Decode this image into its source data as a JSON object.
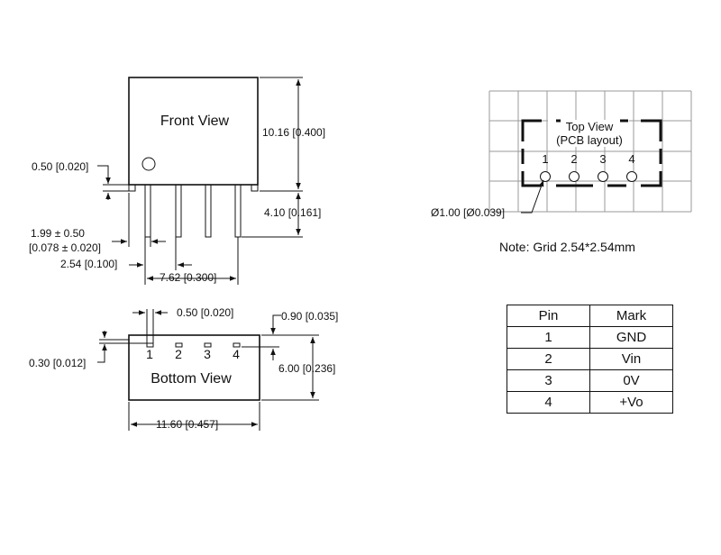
{
  "front_view": {
    "title": "Front View",
    "dim_height": "10.16 [0.400]",
    "dim_pin_length": "4.10 [0.161]",
    "dim_pin_thickness": "0.50 [0.020]",
    "dim_pin_offset_line1": "1.99 ± 0.50",
    "dim_pin_offset_line2": "[0.078 ± 0.020]",
    "dim_pitch": "2.54 [0.100]",
    "dim_span": "7.62 [0.300]"
  },
  "bottom_view": {
    "title": "Bottom View",
    "pin_numbers": [
      "1",
      "2",
      "3",
      "4"
    ],
    "dim_pin_width": "0.50 [0.020]",
    "dim_pin_length": "0.90 [0.035]",
    "dim_edge_offset": "0.30 [0.012]",
    "dim_depth": "6.00 [0.236]",
    "dim_width": "11.60 [0.457]"
  },
  "top_view": {
    "title_line1": "Top View",
    "title_line2": "(PCB layout)",
    "pin_numbers": [
      "1",
      "2",
      "3",
      "4"
    ],
    "hole_dia": "Ø1.00 [Ø0.039]",
    "note": "Note: Grid 2.54*2.54mm"
  },
  "pin_table": {
    "headers": [
      "Pin",
      "Mark"
    ],
    "rows": [
      {
        "pin": "1",
        "mark": "GND"
      },
      {
        "pin": "2",
        "mark": "Vin"
      },
      {
        "pin": "3",
        "mark": "0V"
      },
      {
        "pin": "4",
        "mark": "+Vo"
      }
    ]
  }
}
